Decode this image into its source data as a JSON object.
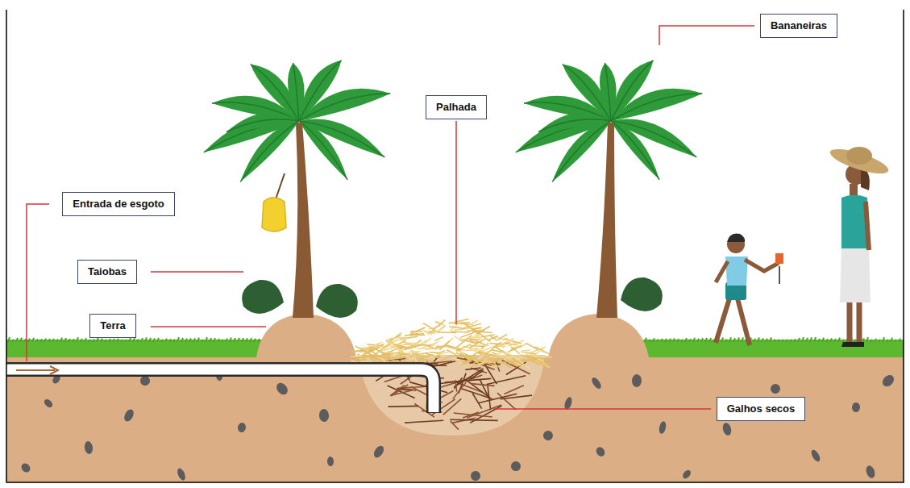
{
  "diagram": {
    "nodes": [
      {
        "text": [
          "Bananeiras"
        ]
      },
      {
        "text": [
          "Palhada"
        ]
      },
      {
        "text": [
          "Entrada de esgoto"
        ]
      },
      {
        "text": [
          "Taiobas"
        ]
      },
      {
        "text": [
          "Terra"
        ]
      },
      {
        "text": [
          "Galhos secos"
        ]
      }
    ]
  }
}
